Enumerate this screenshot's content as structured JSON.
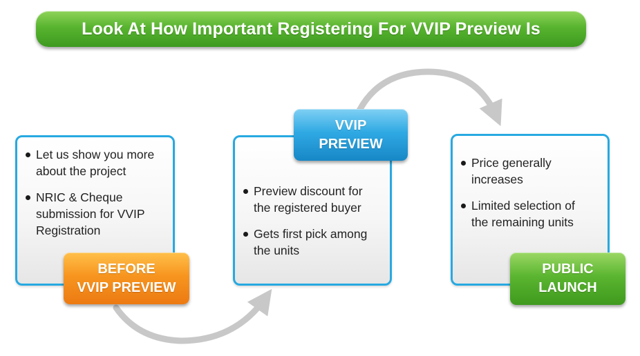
{
  "title": "Look At How Important Registering For VVIP Preview Is",
  "colors": {
    "title_green": "#58b42f",
    "box_border_blue": "#27a9e1",
    "label_orange": "#f7951f",
    "label_blue": "#2fa9e3",
    "label_green": "#5bb530",
    "arrow_grey": "#c8c8c8"
  },
  "stages": [
    {
      "label_line1": "BEFORE",
      "label_line2": "VVIP PREVIEW",
      "bullets": [
        {
          "line1": "Let us show you more",
          "line2": "about the project",
          "line3": ""
        },
        {
          "line1": "NRIC & Cheque",
          "line2": "submission for VVIP",
          "line3": "Registration"
        }
      ]
    },
    {
      "label_line1": "VVIP",
      "label_line2": "PREVIEW",
      "bullets": [
        {
          "line1": "Preview discount for",
          "line2": "the registered buyer"
        },
        {
          "line1": "Gets first pick among",
          "line2": "the units"
        }
      ]
    },
    {
      "label_line1": "PUBLIC",
      "label_line2": "LAUNCH",
      "bullets": [
        {
          "line1": "Price generally",
          "line2": "increases"
        },
        {
          "line1": "Limited selection of",
          "line2": "the remaining units"
        }
      ]
    }
  ]
}
